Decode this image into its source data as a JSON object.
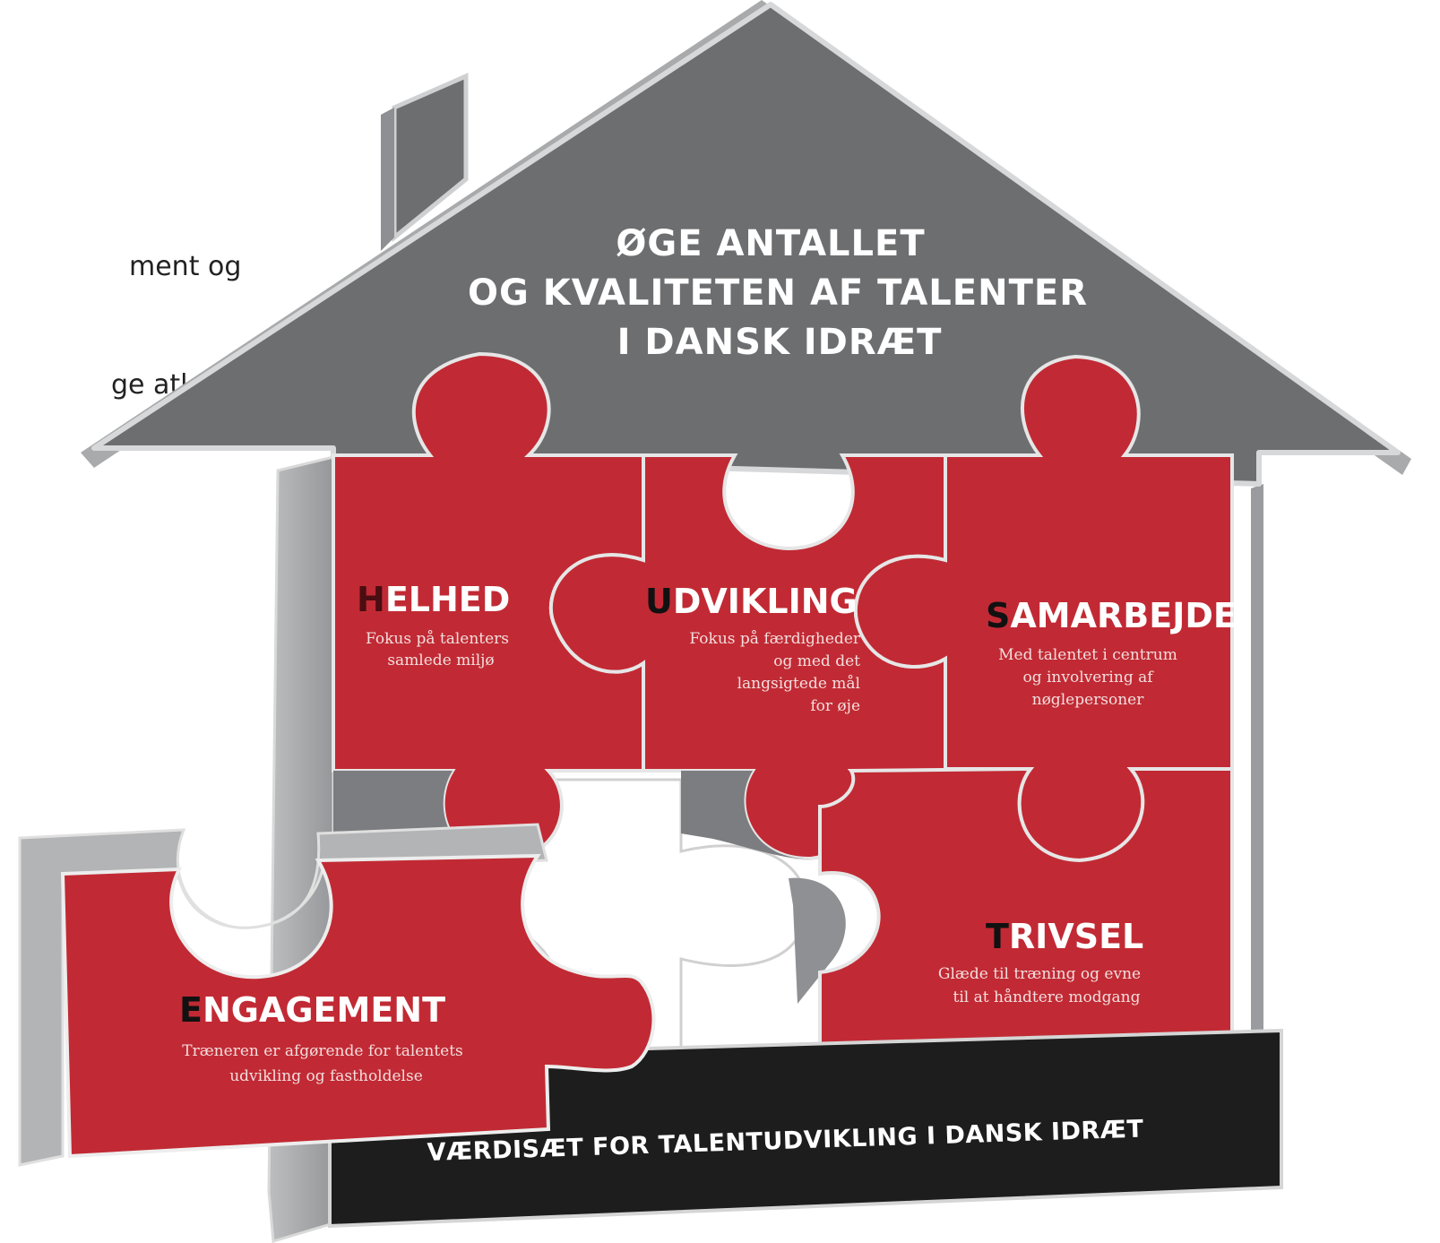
{
  "cut_text": {
    "line1": "ment og",
    "line2": "ge atleter og"
  },
  "roof": {
    "line1": "ØGE ANTALLET",
    "line2": "OG KVALITETEN AF TALENTER",
    "line3": "I DANSK IDRÆT"
  },
  "pieces": {
    "helhed": {
      "initial": "H",
      "rest": "ELHED",
      "line1": "Fokus på talenters",
      "line2": "samlede miljø"
    },
    "udvikling": {
      "initial": "U",
      "rest": "DVIKLING",
      "line1": "Fokus på færdigheder",
      "line2": "og med det",
      "line3": "langsigtede mål",
      "line4": "for øje"
    },
    "samarbejde": {
      "initial": "S",
      "rest": "AMARBEJDE",
      "line1": "Med talentet i centrum",
      "line2": "og involvering af",
      "line3": "nøglepersoner"
    },
    "trivsel": {
      "initial": "T",
      "rest": "RIVSEL",
      "line1": "Glæde til træning og evne",
      "line2": "til at håndtere modgang"
    },
    "engagement": {
      "initial": "E",
      "rest": "NGAGEMENT",
      "line1": "Træneren er afgørende for talentets",
      "line2": "udvikling og fastholdelse"
    }
  },
  "foundation": {
    "text": "VÆRDISÆT FOR TALENTUDVIKLING I DANSK IDRÆT"
  },
  "colors": {
    "roof": "#6d6e70",
    "piece_red": "#c12a34",
    "side_gray": "#a7a8aa",
    "foundation": "#1d1d1d"
  }
}
